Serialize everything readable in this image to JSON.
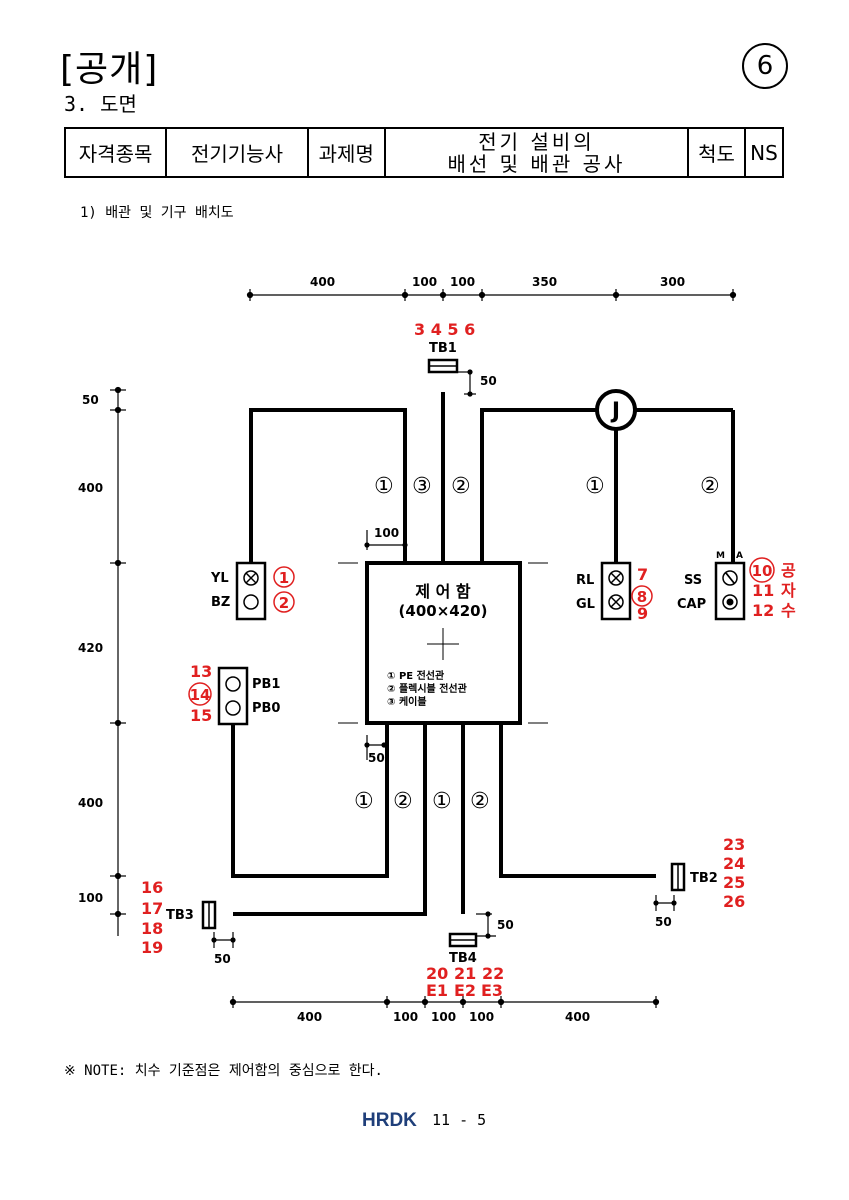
{
  "header": {
    "title": "[공개]",
    "subtitle": "3. 도면",
    "sheet_no": "6"
  },
  "info_table": {
    "qual_label": "자격종목",
    "qual_value": "전기기능사",
    "task_label": "과제명",
    "task_line1": "전기 설비의",
    "task_line2": "배선 및 배관 공사",
    "scale_label": "척도",
    "scale_value": "NS"
  },
  "section_title": "1) 배관 및 기구 배치도",
  "diagram": {
    "top_dims": [
      "400",
      "100",
      "100",
      "350",
      "300"
    ],
    "bottom_dims": [
      "400",
      "100",
      "100",
      "100",
      "400"
    ],
    "left_dims": [
      "50",
      "400",
      "420",
      "400",
      "100"
    ],
    "small_dims": {
      "tb1": "50",
      "box_top": "100",
      "box_bottom": "50",
      "tb4": "50",
      "tb3": "50",
      "tb2": "50"
    },
    "control_box": {
      "title": "제 어 함",
      "size": "(400×420)",
      "legend": [
        "① PE 전선관",
        "② 플렉시블 전선관",
        "③ 케이블"
      ]
    },
    "junction": "J",
    "terminals": {
      "tb1": "TB1",
      "tb2": "TB2",
      "tb3": "TB3",
      "tb4": "TB4"
    },
    "devices": {
      "yl": "YL",
      "bz": "BZ",
      "rl": "RL",
      "gl": "GL",
      "ss": "SS",
      "cap": "CAP",
      "pb1": "PB1",
      "pb0": "PB0",
      "m": "M",
      "a": "A"
    },
    "conduit_marks": {
      "top_left_1": "①",
      "top_center_3": "③",
      "top_center_2": "②",
      "top_rl_1": "①",
      "top_ss_2": "②",
      "bottom_1a": "①",
      "bottom_2a": "②",
      "bottom_1b": "①",
      "bottom_2b": "②"
    },
    "red_numbers": {
      "tb1": "3 4 5 6",
      "yl": "1",
      "bz": "2",
      "rl": "7",
      "gl_circle": "8",
      "gl": "9",
      "ss_circle": "10",
      "ss_11": "11",
      "ss_12": "12",
      "ss_word_1": "공",
      "ss_word_2": "자",
      "ss_word_3": "수",
      "pb_13": "13",
      "pb_14": "14",
      "pb_15": "15",
      "tb3": [
        "16",
        "17",
        "18",
        "19"
      ],
      "tb2": [
        "23",
        "24",
        "25",
        "26"
      ],
      "tb4_top": [
        "20",
        "21",
        "22"
      ],
      "tb4_bottom": [
        "E1",
        "E2",
        "E3"
      ]
    }
  },
  "note": "※ NOTE: 치수 기준점은 제어함의 중심으로 한다.",
  "footer": {
    "logo": "HRDK",
    "page": "11 - 5"
  },
  "colors": {
    "annotation_red": "#e02020",
    "logo_blue": "#1f3f7a"
  }
}
